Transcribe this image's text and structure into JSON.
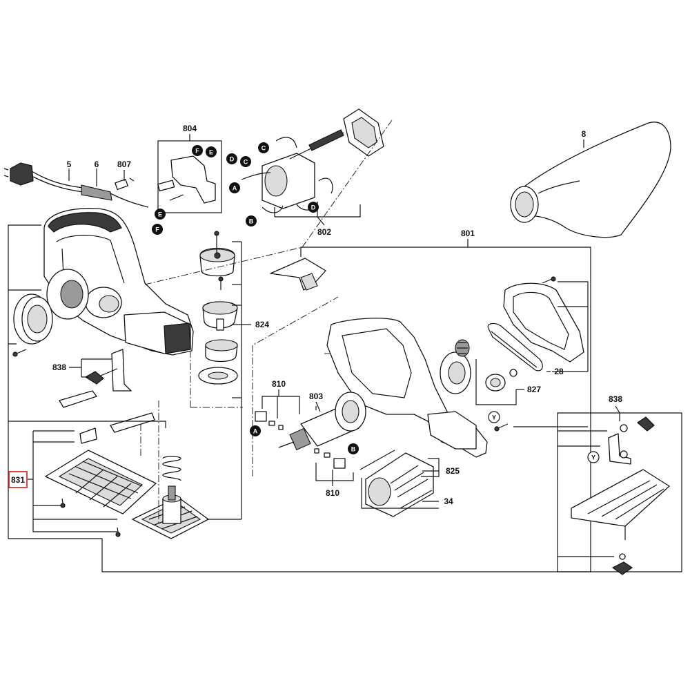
{
  "labels": {
    "l5": "5",
    "l6": "6",
    "l807": "807",
    "l804": "804",
    "l802": "802",
    "l8": "8",
    "l801": "801",
    "l824": "824",
    "l838a": "838",
    "l838b": "838",
    "l810a": "810",
    "l810b": "810",
    "l803": "803",
    "l825": "825",
    "l34": "34",
    "l827": "827",
    "l28": "28",
    "l831": "831"
  },
  "callouts": {
    "F": "F",
    "E": "E",
    "D": "D",
    "C": "C",
    "A": "A",
    "B": "B",
    "Y": "Y"
  },
  "highlight_color": "#d11a1a"
}
